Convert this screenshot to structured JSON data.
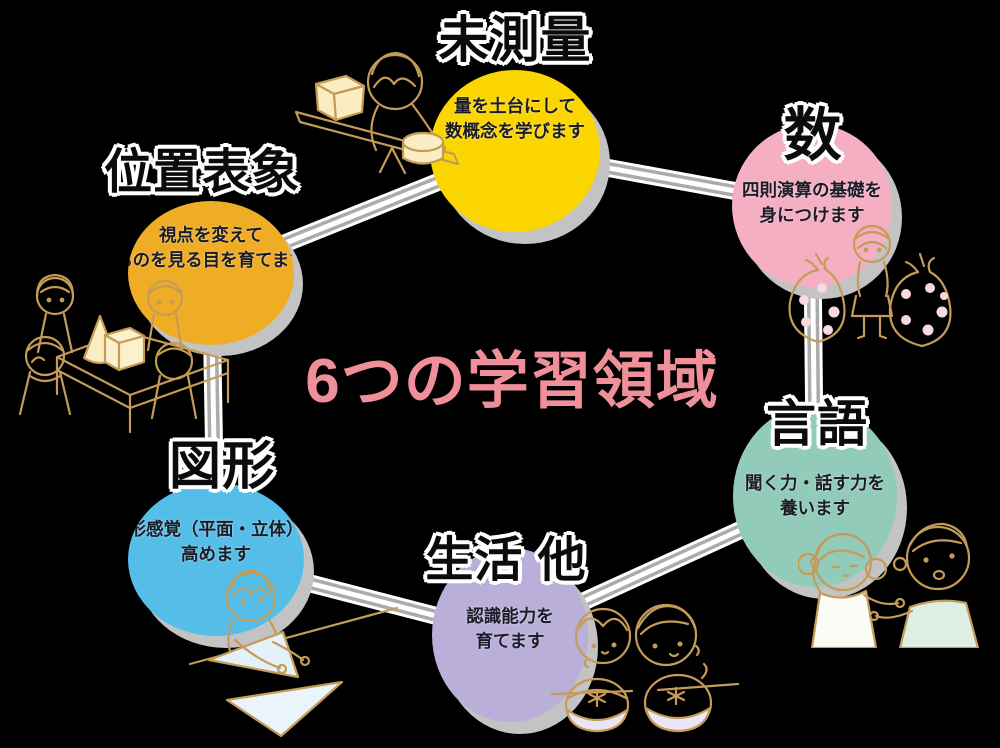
{
  "background_color": "#000000",
  "title": {
    "text": "6つの学習領域",
    "color": "#EE8F99"
  },
  "nodes": [
    {
      "label": "未測量",
      "desc_line1": "量を土台にして",
      "desc_line2": "数概念を学びます",
      "circle_color": "#FBD500"
    },
    {
      "label": "数",
      "desc_line1": "四則演算の基礎を",
      "desc_line2": "身につけます",
      "circle_color": "#F4AFC2"
    },
    {
      "label": "言語",
      "desc_line1": "聞く力・話す力を",
      "desc_line2": "養います",
      "circle_color": "#92CBBA"
    },
    {
      "label": "生活 他",
      "desc_line1": "認識能力を",
      "desc_line2": "育てます",
      "circle_color": "#B9AFD9"
    },
    {
      "label": "図形",
      "desc_line1": "図形感覚（平面・立体）を",
      "desc_line2": "高めます",
      "circle_color": "#55BEE8"
    },
    {
      "label": "位置表象",
      "desc_line1": "視点を変えて",
      "desc_line2": "ものを見る目を育てます",
      "circle_color": "#EFAD25"
    }
  ],
  "shadow_color": "#C3C3C3",
  "connector_colors": {
    "outer": "#FFFFFF",
    "band": "#ABABAB"
  },
  "illustration_line_color": "#C49B57",
  "illustrations": [
    "child-weighing-blocks-on-balance",
    "child-with-polka-dot-bags",
    "children-listening-and-talking",
    "children-observing-fruit-halves",
    "child-arranging-triangle-shapes",
    "children-comparing-shapes-on-table"
  ]
}
